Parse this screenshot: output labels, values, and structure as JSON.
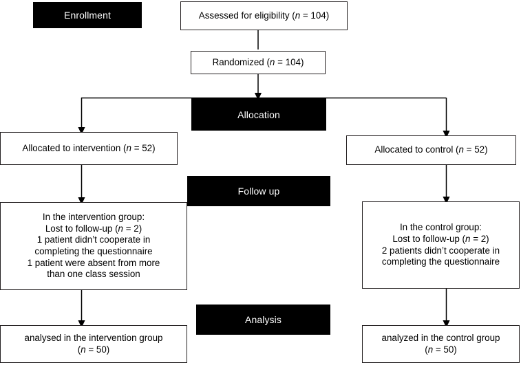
{
  "diagram": {
    "type": "consort-flow-diagram",
    "title": "CONSORT participant flow diagram",
    "colors": {
      "banner_background": "#000000",
      "banner_text": "#ffffff",
      "box_border": "#231f20",
      "box_background": "#ffffff",
      "box_text": "#000000",
      "connector": "#000000",
      "page_background": "#ffffff"
    }
  },
  "stages": [
    {
      "id": "enrollment",
      "label": "Enrollment"
    },
    {
      "id": "allocation",
      "label": "Allocation"
    },
    {
      "id": "follow_up",
      "label": "Follow up"
    },
    {
      "id": "analysis",
      "label": "Analysis"
    }
  ],
  "nodes": {
    "assessed": {
      "lines": [
        {
          "text": "Assessed for eligibility (",
          "italic": false
        },
        {
          "text": "n",
          "italic": true
        },
        {
          "text": " = 104)",
          "italic": false
        }
      ],
      "plain": "Assessed for eligibility (n = 104)",
      "n": 104
    },
    "randomized": {
      "plain": "Randomized (n = 104)",
      "n": 104
    },
    "allocated_intervention": {
      "plain": "Allocated to intervention (n = 52)",
      "n": 52
    },
    "allocated_control": {
      "plain": "Allocated to control (n = 52)",
      "n": 52
    },
    "followup_intervention": {
      "lines": [
        "In the intervention group:",
        "Lost to follow-up (n = 2)",
        "1 patient didn’t cooperate in",
        "completing the questionnaire",
        "1 patient were absent from more",
        "than one class session"
      ],
      "lost_n": 2
    },
    "followup_control": {
      "lines": [
        "In the control group:",
        "Lost to follow-up (n = 2)",
        "2 patients didn’t cooperate in",
        "completing the questionnaire"
      ],
      "lost_n": 2
    },
    "analysis_intervention": {
      "lines": [
        "analysed in the intervention group",
        "(n = 50)"
      ],
      "n": 50
    },
    "analysis_control": {
      "lines": [
        "analyzed in the control group",
        "(n = 50)"
      ],
      "n": 50
    }
  }
}
